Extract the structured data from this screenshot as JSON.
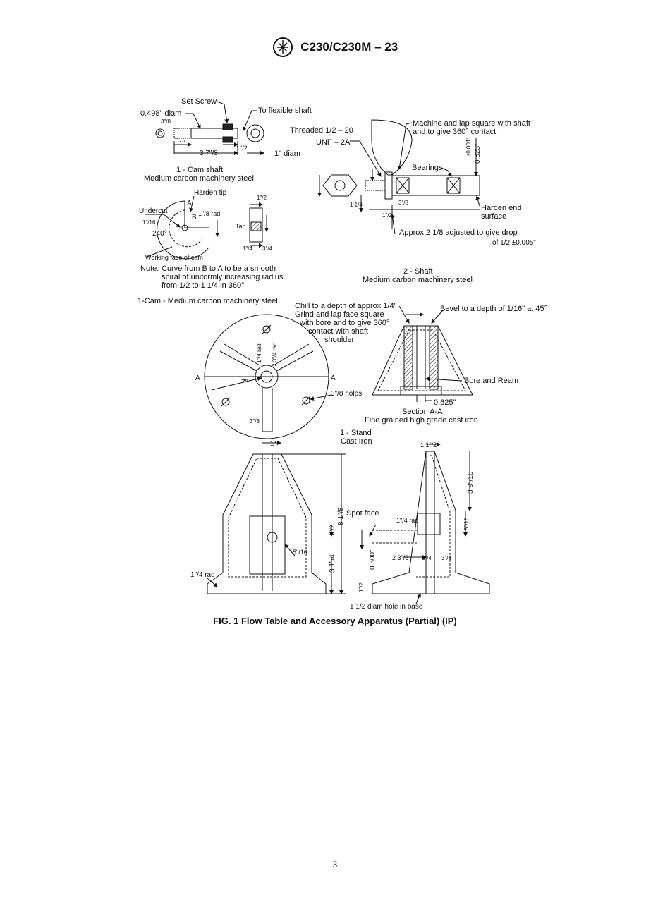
{
  "header": {
    "designation": "C230/C230M – 23",
    "logo_icon": "astm-logo-icon"
  },
  "figure": {
    "cam_shaft": {
      "set_screw": "Set Screw",
      "diam_0498": "0.498\" diam",
      "to_flexible_shaft": "To flexible shaft",
      "three_eighths": "3\"/8",
      "one_inch_a": "1\"",
      "three_seven_eighths": "3 7\"/8",
      "one_half": "1\"/2",
      "one_inch_diam": "1\" diam",
      "title": "1 - Cam shaft",
      "material": "Medium carbon machinery steel"
    },
    "cam": {
      "harden_tip": "Harden tip",
      "point_a": "A",
      "point_b": "B",
      "undercut": "Undercut",
      "one_sixteenth": "1\"/16",
      "rad_one_eighth": "1\"/8 rad",
      "deg_240": "240°",
      "working_face": "Working face of cam",
      "tap": "Tap",
      "dim_quarter": "1\"/4",
      "dim_three_quarter": "3\"/4",
      "dim_half": "1\"/2",
      "note_label": "Note:",
      "note_line1": "Curve from B to A to be a smooth",
      "note_line2": "spiral of uniformly increasing radius",
      "note_line3": "from 1/2 to 1 1/4 in 360°",
      "title": "1-Cam - Medium carbon machinery steel"
    },
    "shaft": {
      "threaded": "Threaded 1/2 – 20",
      "unf": "UNF – 2A",
      "machine_lap_1": "Machine and lap square with shaft",
      "machine_lap_2": "and to give 360° contact",
      "tolerance": "±0.001\"",
      "dim_0623": "0.623\"",
      "bearings": "Bearings",
      "harden_end_1": "Harden end",
      "harden_end_2": "surface",
      "approx_drop": "Approx 2 1/8 adjusted to give drop",
      "of_half": "of 1/2 ±0.005\"",
      "dim_1_1_4": "1 1/4",
      "dim_1_2": "1\"/2",
      "dim_3_8": "3\"/8",
      "title": "2 - Shaft",
      "material": "Medium carbon machinery steel"
    },
    "stand_top": {
      "chill_1": "Chill to a depth of approx 1/4\"",
      "chill_2": "Grind and lap face square",
      "chill_3": "with bore and to give 360°",
      "chill_4": "contact with shaft",
      "chill_5": "shoulder",
      "bevel": "Bevel to a depth of 1/16\" at 45°",
      "bore_ream": "Bore and Ream",
      "dim_0625": "0.625\"",
      "section_title": "Section A-A",
      "section_material": "Fine grained high grade cast iron",
      "label_a_left": "A",
      "label_a_right": "A",
      "seven_inch": "7\"",
      "three_eighths_holes": "3\"/8 holes",
      "rad_1_4": "1\"/4 rad",
      "rad_2_3_4": "2 3\"/4 rad",
      "dim_3_8": "3\"/8",
      "one_inch": "1\""
    },
    "stand": {
      "title": "1 - Stand",
      "material": "Cast Iron",
      "rad_quarter": "1\"/4 rad",
      "dim_8_1_8": "8 1\"/8",
      "dim_1_2": "1\"/2",
      "dim_3_1_4": "3 1\"/4",
      "dim_5_16": "5\"/16",
      "spot_face": "Spot face",
      "rad_quarter_2": "1\"/4 rad",
      "dim_1_1_2": "1 1\"/2",
      "dim_3_9_16": "3 9\"/16",
      "dim_0500": "0.500\"",
      "dim_2_3_8": "2 3\"/8",
      "dim_3_4": "3\"/4",
      "dim_3_8": "3\"/8",
      "dim_5_16_b": "5\"/16",
      "dim_1_2_b": "1\"/2",
      "base_hole": "1 1/2 diam hole in base"
    }
  },
  "caption": "FIG. 1 Flow Table and Accessory Apparatus (Partial) (IP)",
  "page_number": "3"
}
